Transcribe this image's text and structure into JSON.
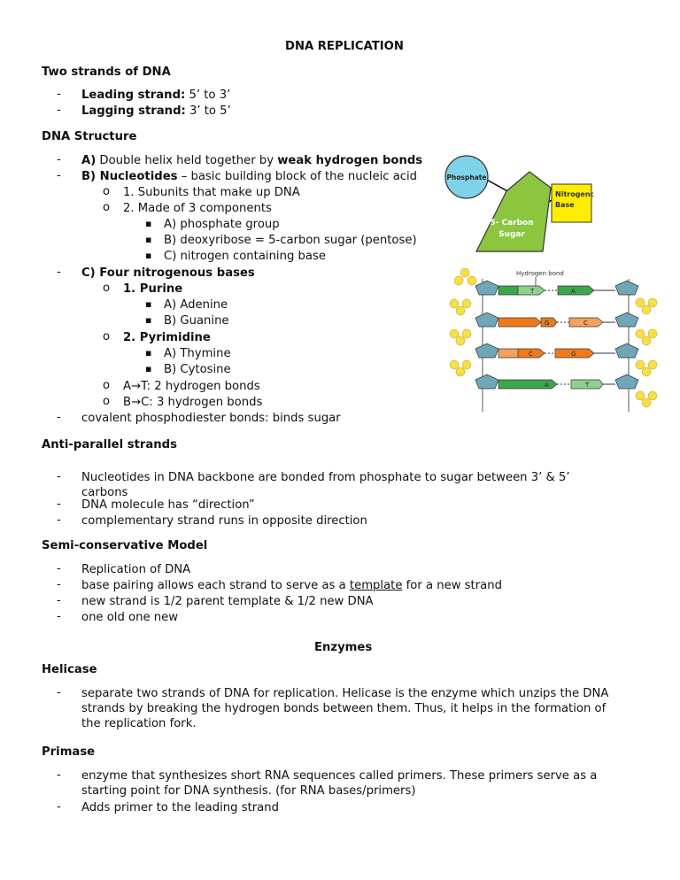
{
  "title": "DNA REPLICATION",
  "two_strands": {
    "heading": "Two strands of DNA",
    "items": [
      {
        "label": "Leading strand:",
        "text": " 5’ to 3’"
      },
      {
        "label": "Lagging strand:",
        "text": " 3’ to 5’"
      }
    ]
  },
  "structure": {
    "heading": "DNA Structure",
    "a_label": "A)",
    "a_text1": " Double helix held together by ",
    "a_bold": "weak hydrogen bonds",
    "b_label": "B) Nucleotides",
    "b_text": " – basic building block of the nucleic acid",
    "b_sub1": "1. Subunits that make up DNA",
    "b_sub2": "2. Made of 3 components",
    "b_comp": [
      "A) phosphate group",
      "B) deoxyribose = 5-carbon sugar (pentose)",
      "C) nitrogen containing base"
    ],
    "c_label": "C) Four nitrogenous bases",
    "purine": "1. Purine",
    "purine_items": [
      "A) Adenine",
      "B) Guanine"
    ],
    "pyrimidine": "2. Pyrimidine",
    "pyrimidine_items": [
      "A) Thymine",
      "B) Cytosine"
    ],
    "pair_at": "A→T: 2 hydrogen bonds",
    "pair_bc": "B→C: 3 hydrogen bonds",
    "covalent": "covalent phosphodiester bonds: binds sugar"
  },
  "figure": {
    "phosphate": "Phosphate",
    "sugar1": "5- Carbon",
    "sugar2": "Sugar",
    "base1": "Nitrogenous",
    "base2": "Base",
    "hbond": "Hydrogen bond"
  },
  "antiparallel": {
    "heading": "Anti-parallel strands",
    "items": [
      "Nucleotides in DNA backbone are bonded from phosphate to sugar between 3’ & 5’ carbons",
      "DNA molecule has “direction”",
      "complementary strand runs in opposite direction"
    ]
  },
  "semiconservative": {
    "heading": "Semi-conservative Model",
    "item1": "Replication of DNA",
    "item2_pre": "base pairing allows each strand to serve as a ",
    "item2_u": "template",
    "item2_post": " for a new strand",
    "item3": "new strand is 1/2 parent template & 1/2 new DNA",
    "item4": "one old one new"
  },
  "enzymes_heading": "Enzymes",
  "helicase": {
    "heading": "Helicase",
    "text": "separate two strands of DNA for replication. Helicase is the enzyme which unzips the DNA strands by breaking the hydrogen bonds between them. Thus, it helps in the formation of the replication fork."
  },
  "primase": {
    "heading": "Primase",
    "item1": "enzyme that synthesizes short RNA sequences called primers. These primers serve as a starting point for DNA synthesis. (for RNA bases/primers)",
    "item2": "Adds primer to the leading strand"
  },
  "colors": {
    "phosphate": "#7fd3e8",
    "sugar": "#8cc63f",
    "base": "#ffee00",
    "pentagon": "#6fa6b8",
    "green_base": "#3aa84a",
    "orange_base": "#f07a1a"
  }
}
